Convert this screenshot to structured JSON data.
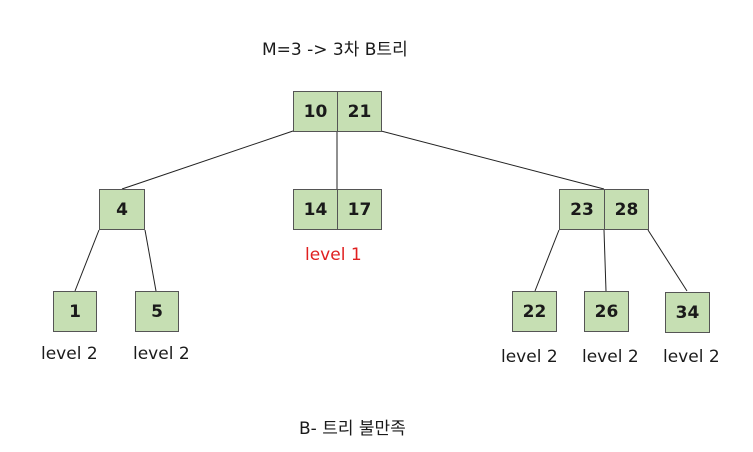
{
  "title": "M=3 -> 3차 B트리",
  "footer": "B- 트리 불만족",
  "colors": {
    "node_fill": "#c6dfb3",
    "node_border": "#555555",
    "edge": "#222222",
    "label_default": "#1a1a1a",
    "label_highlight": "#e02020"
  },
  "nodes": {
    "root": [
      "10",
      "21"
    ],
    "l1_left": [
      "4"
    ],
    "l1_mid": [
      "14",
      "17"
    ],
    "l1_right": [
      "23",
      "28"
    ],
    "l2_a": [
      "1"
    ],
    "l2_b": [
      "5"
    ],
    "l2_c": [
      "22"
    ],
    "l2_d": [
      "26"
    ],
    "l2_e": [
      "34"
    ]
  },
  "labels": {
    "mid_level": "level 1",
    "l2_a": "level 2",
    "l2_b": "level 2",
    "l2_c": "level 2",
    "l2_d": "level 2",
    "l2_e": "level 2"
  }
}
